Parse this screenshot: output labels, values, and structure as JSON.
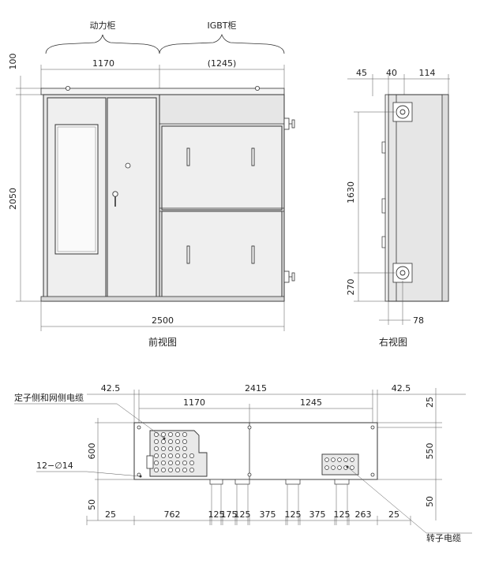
{
  "front_view": {
    "label_power_cabinet": "动力柜",
    "label_igbt_cabinet": "IGBT柜",
    "dim_top": "100",
    "dim_height": "2050",
    "dim_power_width": "1170",
    "dim_igbt_width": "(1245)",
    "dim_total_width": "2500",
    "caption": "前视图"
  },
  "right_view": {
    "dim_45": "45",
    "dim_40": "40",
    "dim_114": "114",
    "dim_1630": "1630",
    "dim_270": "270",
    "dim_78": "78",
    "caption": "右视图"
  },
  "base_plan": {
    "dim_left_margin": "42.5",
    "dim_total": "2415",
    "dim_right_margin": "42.5",
    "dim_1170": "1170",
    "dim_1245": "1245",
    "dim_right_25": "25",
    "dim_left_600": "600",
    "dim_right_550": "550",
    "dim_left_50": "50",
    "dim_right_50": "50",
    "label_stator_grid_cables": "定子侧和网侧电缆",
    "label_holes": "12−∅14",
    "label_rotor_cables": "转子电缆",
    "bottom_dims": [
      "25",
      "762",
      "125",
      "175",
      "125",
      "375",
      "125",
      "375",
      "125",
      "263",
      "25"
    ]
  }
}
